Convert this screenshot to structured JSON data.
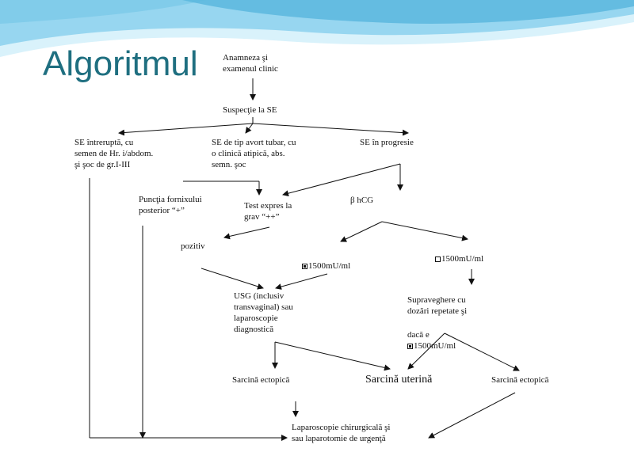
{
  "slide": {
    "title": "Algoritmul",
    "accent_colors": {
      "title": "#1f6f80",
      "header_wave_light": "#d9f2fb",
      "header_wave_mid": "#8fd3ee",
      "header_wave_dark": "#3aa8d6"
    }
  },
  "diagram": {
    "nodes": {
      "anamneza": "Anamneza şi\nexamenul clinic",
      "suspectie": "Suspecţie la SE",
      "se_intrerupta": "SE întreruptă, cu\nsemen de Hr. i/abdom.\nşi şoc de gr.I-III",
      "se_avort": "SE de tip avort tubar, cu\no clinică atipică, abs.\nsemn. şoc",
      "se_progresie": "SE în progresie",
      "punctia": "Puncţia fornixului\nposterior “+”",
      "test_expres": "Test expres la\ngrav “++”",
      "bhcg": "β hCG",
      "pozitiv": "pozitiv",
      "hcg_gt": "1500mU/ml",
      "hcg_lt": "1500mU/ml",
      "usg": "USG (inclusiv\ntransvaginal) sau\nlaparoscopie\ndiagnostică",
      "supraveghere": "Supraveghere cu\ndozări repetate şi",
      "daca_e_prefix": "dacă e",
      "daca_e_value": "1500mU/ml",
      "sarcina_ectopica_left": "Sarcină ectopică",
      "sarcina_uterina": "Sarcină uterină",
      "sarcina_ectopica_right": "Sarcină ectopică",
      "laparoscopie": "Laparoscopie chirurgicală şi\nsau laparotomie de urgenţă"
    }
  }
}
